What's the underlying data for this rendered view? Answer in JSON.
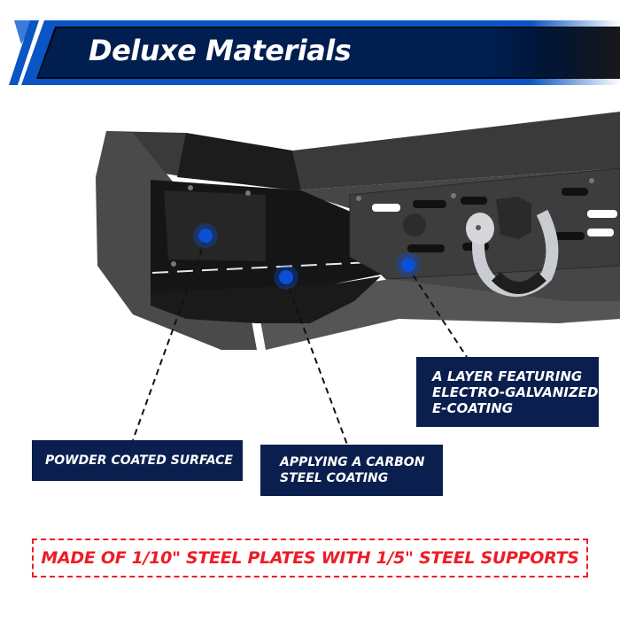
{
  "banner": {
    "title": "Deluxe Materials",
    "colors": {
      "navy": "#001e4f",
      "blue": "#0a55c4",
      "light_blue": "#3b7ad8"
    }
  },
  "product": {
    "name": "steel bumper with D-ring shackle",
    "hotspot_color": "#0a4fd8"
  },
  "callouts": [
    {
      "id": "powder",
      "text": "POWDER COATED SURFACE"
    },
    {
      "id": "carbon",
      "lines": [
        "APPLYING A CARBON",
        "STEEL COATING"
      ]
    },
    {
      "id": "ecoat",
      "lines": [
        "A LAYER FEATURING",
        "ELECTRO-GALVANIZED",
        "E-COATING"
      ]
    }
  ],
  "footer_note": {
    "text": "MADE OF 1/10\" STEEL PLATES WITH 1/5\" STEEL SUPPORTS",
    "color": "#ee1c25"
  }
}
